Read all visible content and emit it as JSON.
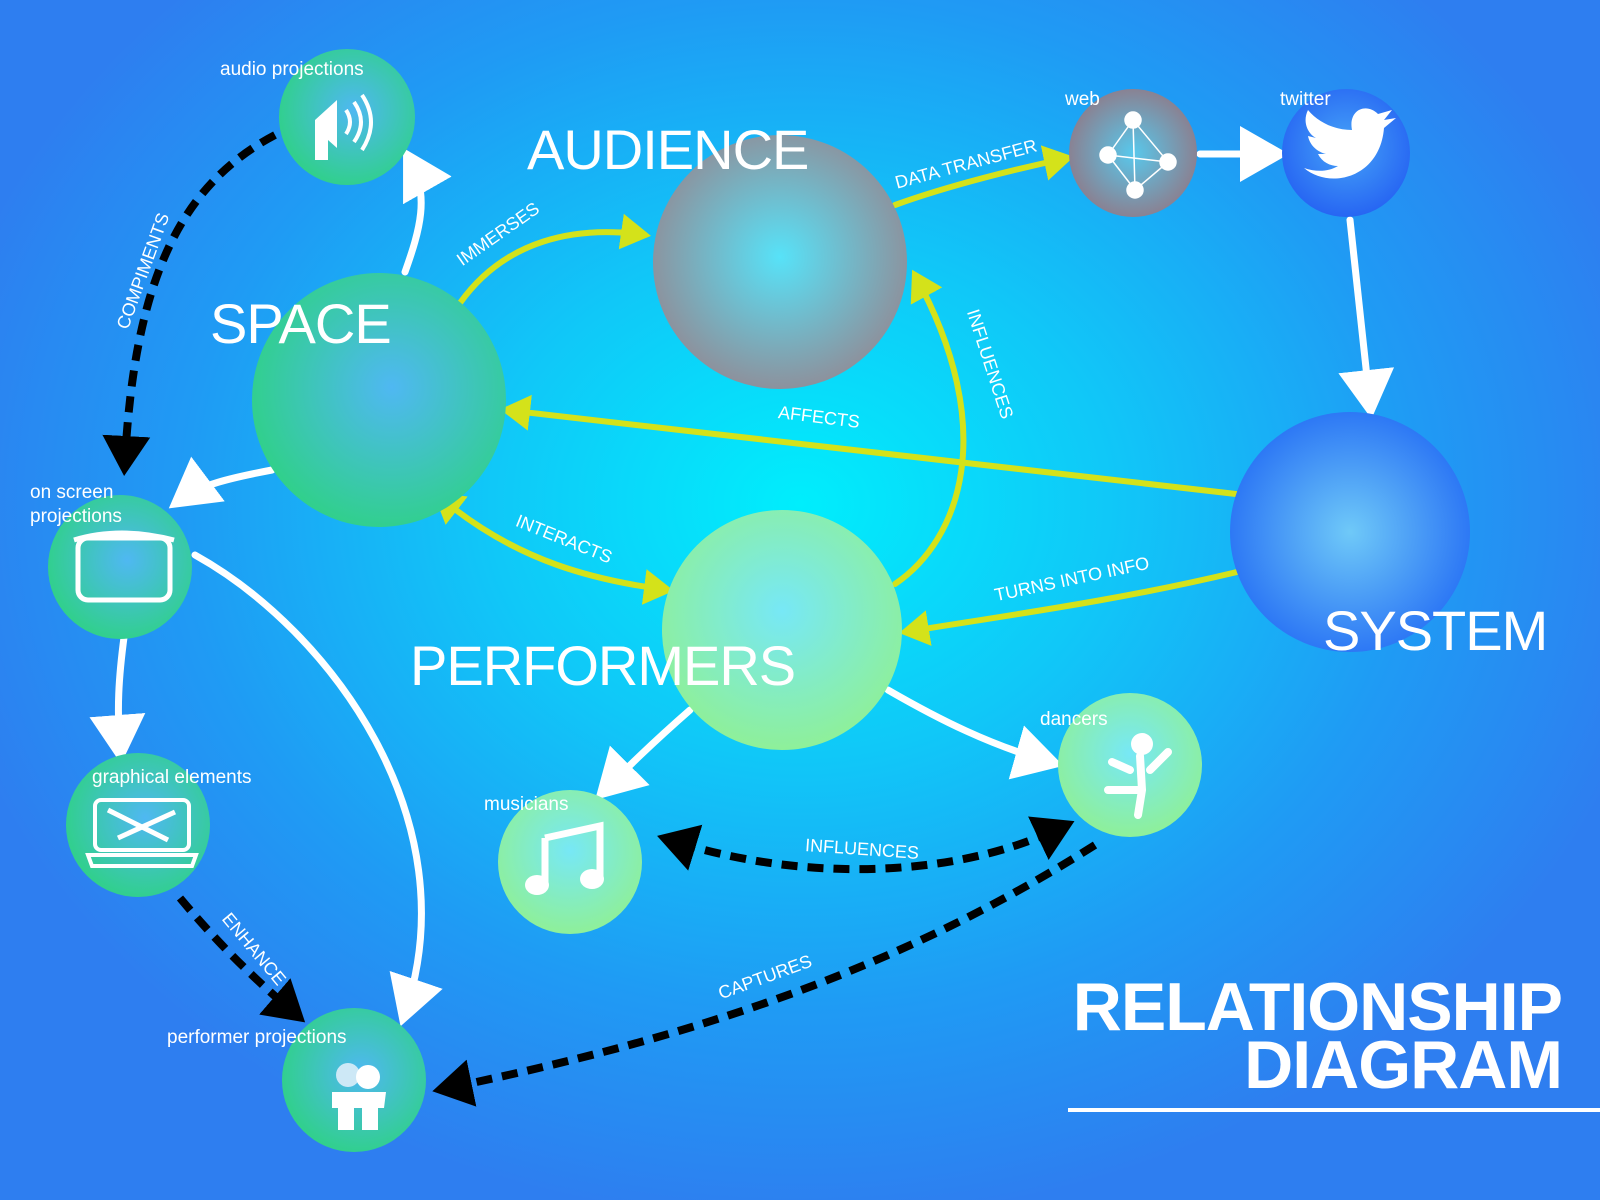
{
  "title": {
    "line1": "RELATIONSHIP",
    "line2": "DIAGRAM"
  },
  "main_nodes": {
    "audience": "AUDIENCE",
    "space": "SPACE",
    "performers": "PERFORMERS",
    "system": "SYSTEM"
  },
  "sub_nodes": {
    "audio_projections": "audio projections",
    "on_screen_projections_1": "on screen",
    "on_screen_projections_2": "projections",
    "graphical_elements": "graphical elements",
    "performer_projections": "performer projections",
    "musicians": "musicians",
    "dancers": "dancers",
    "web": "web",
    "twitter": "twitter"
  },
  "relations": {
    "immerses": "IMMERSES",
    "data_transfer": "DATA TRANSFER",
    "influences_audience": "INFLUENCES",
    "affects": "AFFECTS",
    "interacts": "INTERACTS",
    "turns_into_info": "TURNS INTO INFO",
    "compliments": "COMPIMENTS",
    "enhance": "ENHANCE",
    "influences_dancers": "INFLUENCES",
    "captures": "CAPTURES"
  },
  "colors": {
    "relation_arrow": "#d4e21a",
    "dashed_arrow": "#000000",
    "plain_arrow": "#ffffff",
    "green_node": "#2fcf86",
    "light_green_node": "#8ef09a",
    "audience_node": "#8f8a94",
    "system_node": "#2a6ef6",
    "twitter_node": "#2a6ef6"
  },
  "icons": [
    "speaker-icon",
    "screen-icon",
    "laptop-icon",
    "people-icon",
    "music-note-icon",
    "dancer-icon",
    "network-icon",
    "twitter-bird-icon"
  ]
}
